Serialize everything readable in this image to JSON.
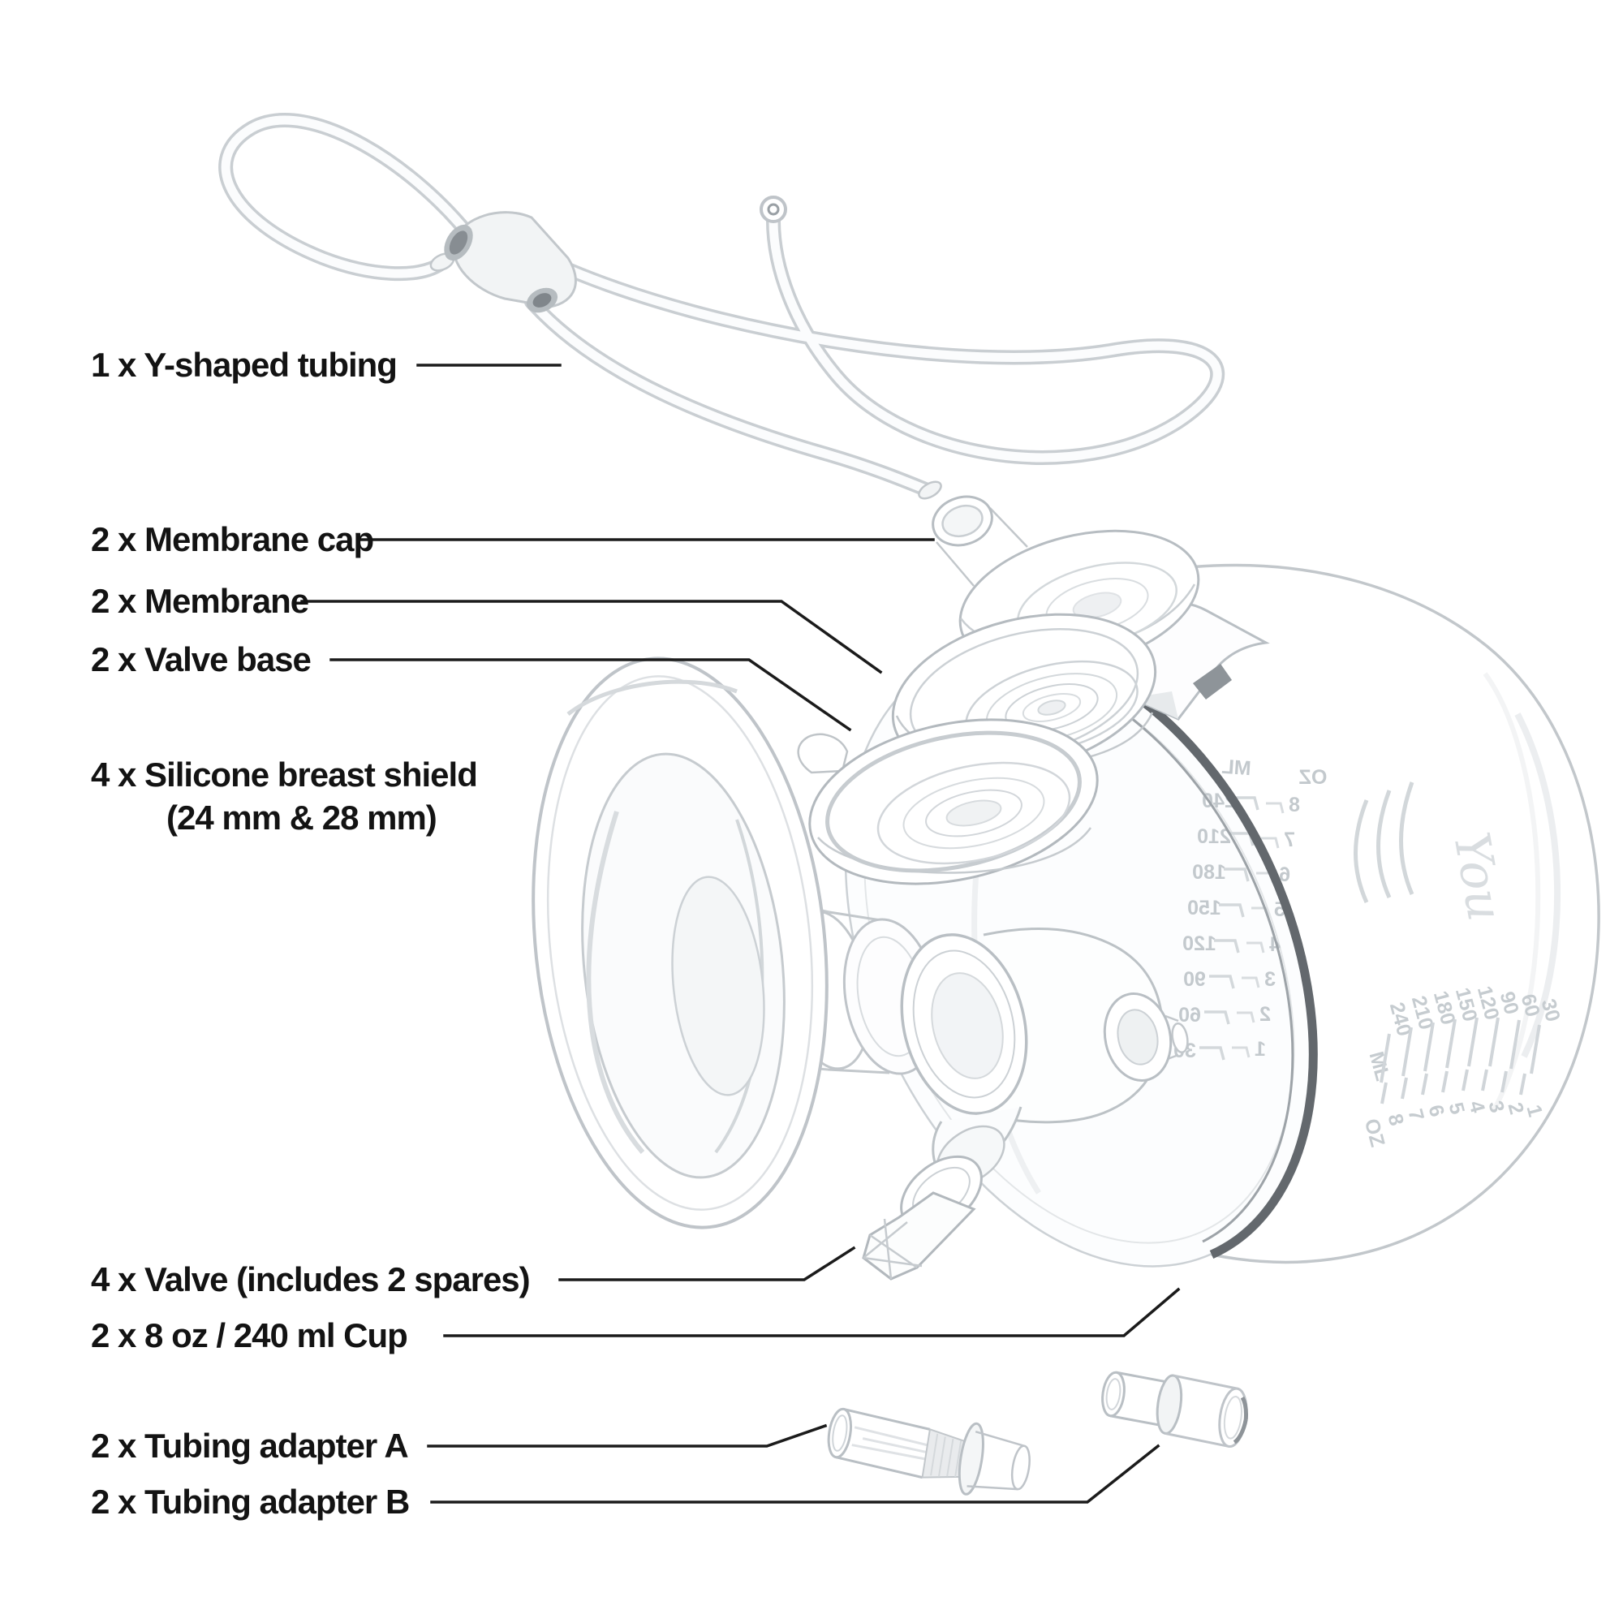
{
  "diagram": {
    "type": "exploded-parts-diagram",
    "product": "wearable breast pump cup kit"
  },
  "labels": {
    "y_tubing": "1 x Y-shaped tubing",
    "membrane_cap": "2 x Membrane cap",
    "membrane": "2 x Membrane",
    "valve_base": "2 x Valve base",
    "breast_shield_line1": "4 x Silicone breast shield",
    "breast_shield_line2": "(24 mm & 28 mm)",
    "valve": "4 x Valve (includes 2 spares)",
    "cup": "2 x 8 oz / 240 ml Cup",
    "adapter_a": "2 x Tubing adapter A",
    "adapter_b": "2 x Tubing adapter B"
  },
  "cup": {
    "unit_ml": "ML",
    "unit_oz": "OZ",
    "ml_values": [
      "240",
      "210",
      "180",
      "150",
      "120",
      "90",
      "60",
      "30"
    ],
    "oz_values": [
      "8",
      "7",
      "6",
      "5",
      "4",
      "3",
      "2",
      "1"
    ],
    "logo_text": "You"
  },
  "colors": {
    "label_text": "#131313",
    "leader_line": "#1b1b1b",
    "outline_light": "#c2c7cb",
    "outline_mid": "#aab0b5",
    "rim_dark": "#63686d",
    "emboss_text": "#c6ccd0"
  }
}
